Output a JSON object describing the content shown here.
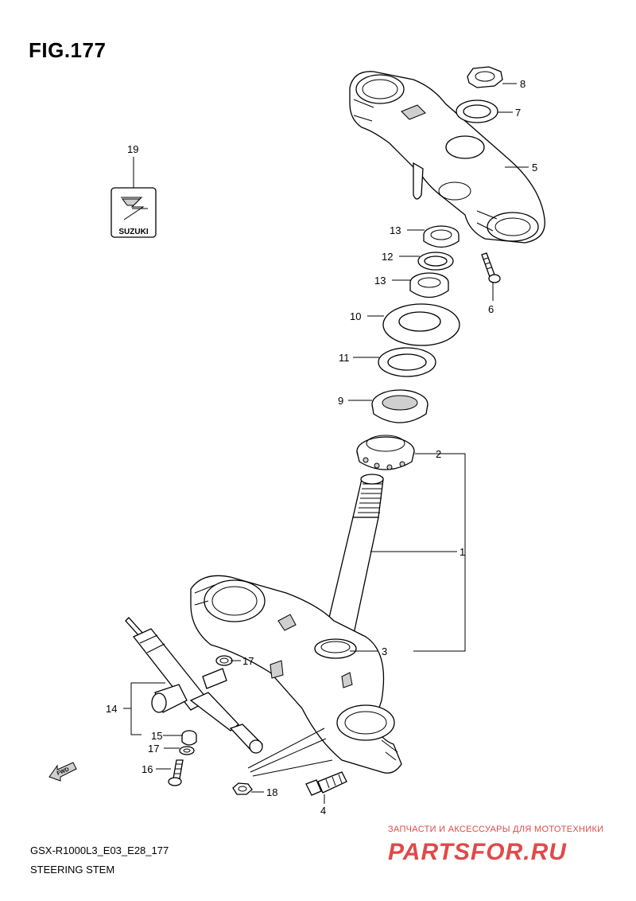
{
  "figure": {
    "title": "FIG.177",
    "model_code": "GSX-R1000L3_E03_E28_177",
    "section_name": "STEERING STEM"
  },
  "callouts": [
    "1",
    "2",
    "3",
    "4",
    "5",
    "6",
    "7",
    "8",
    "9",
    "10",
    "11",
    "12",
    "13",
    "13",
    "14",
    "15",
    "16",
    "17",
    "17",
    "18",
    "19"
  ],
  "emblem": {
    "text": "SUZUKI"
  },
  "direction_badge": {
    "text": "FWD"
  },
  "watermark": {
    "caption": "ЗАПЧАСТИ И АКСЕССУАРЫ ДЛЯ МОТОТЕХНИКИ",
    "logo_text": "PARTSFOR.RU",
    "color": "#e04a4a"
  }
}
